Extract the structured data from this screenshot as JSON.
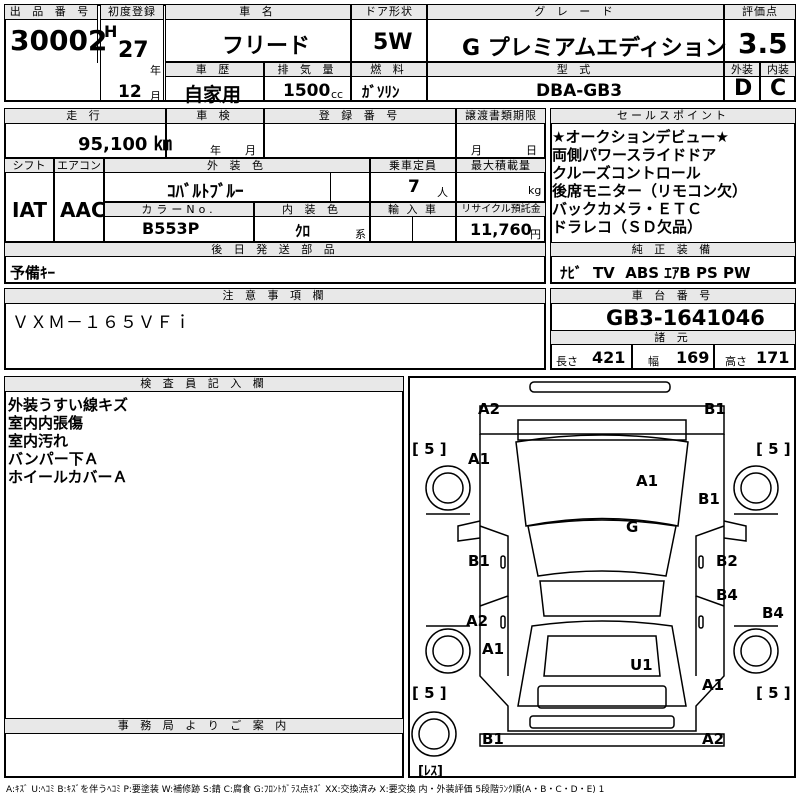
{
  "header": {
    "lot_no_label": "出 品 番 号",
    "lot_no": "30002",
    "first_reg_label": "初度登録",
    "era_mark": "H",
    "year": "27",
    "year_unit": "年",
    "month": "12",
    "month_unit": "月",
    "car_name_label": "車 名",
    "car_name": "フリード",
    "door_label": "ドア形状",
    "door": "5W",
    "grade_label": "グ レ ー ド",
    "grade": "G プレミアムエディション",
    "score_label": "評価点",
    "score": "3.5",
    "history_label": "車 歴",
    "history": "自家用",
    "displacement_label": "排 気 量",
    "displacement": "1500",
    "displacement_unit": "cc",
    "fuel_label": "燃 料",
    "fuel": "ｶﾞｿﾘﾝ",
    "model_label": "型 式",
    "model": "DBA-GB3",
    "ext_label": "外装",
    "ext": "D",
    "int_label": "内装",
    "int": "C"
  },
  "row2": {
    "mileage_label": "走 行",
    "mileage": "95,100 ㎞",
    "inspection_label": "車 検",
    "year_unit": "年",
    "month_unit": "月",
    "reg_label": "登 録 番 号",
    "transfer_label": "譲渡書類期限",
    "day_unit": "日"
  },
  "row3": {
    "shift_label": "シフト",
    "shift": "IAT",
    "ac_label": "エアコン",
    "ac": "AAC",
    "color_label": "外 装 色",
    "color": "ｺﾊﾞﾙﾄﾌﾞﾙｰ",
    "capacity_label": "乗車定員",
    "capacity": "7",
    "capacity_unit": "人",
    "load_label": "最大積載量",
    "load_unit": "kg",
    "color_no_label": "カラーNo.",
    "color_no": "B553P",
    "interior_color_label": "内 装 色",
    "interior_color": "ｸﾛ",
    "interior_suffix": "系",
    "import_label": "輸 入 車",
    "recycle_label": "リサイクル預託金",
    "recycle": "11,760",
    "recycle_unit": "円"
  },
  "later_parts": {
    "label": "後 日 発 送 部 品",
    "value": "予備ｷｰ"
  },
  "sales_points": {
    "label": "セールスポイント",
    "items": [
      "★オークションデビュー★",
      "両側パワースライドドア",
      "クルーズコントロール",
      "後席モニター（リモコン欠）",
      "バックカメラ・ＥＴＣ",
      "ドラレコ（ＳＤ欠品）"
    ]
  },
  "equipment": {
    "label": "純 正 装 備",
    "value": "ﾅﾋﾞ  TV  ABS ｴｱB PS PW"
  },
  "notes": {
    "label": "注 意 事 項 欄",
    "value": "ＶＸＭ－１６５ＶＦｉ"
  },
  "chassis": {
    "label": "車 台 番 号",
    "value": "GB3-1641046",
    "spec_label": "諸 元",
    "length_label": "長さ",
    "length": "421",
    "width_label": "幅",
    "width": "169",
    "height_label": "高さ",
    "height": "171"
  },
  "inspector": {
    "label": "検 査 員 記 入 欄",
    "items": [
      "外装うすい線キズ",
      "室内内張傷",
      "室内汚れ",
      "バンパー下Ａ",
      "ホイールカバーＡ"
    ]
  },
  "office": {
    "label": "事 務 局 よ り ご 案 内"
  },
  "diagram": {
    "tire_fl": "[ 5 ]",
    "tire_fr": "[ 5 ]",
    "tire_rl": "[ 5 ]",
    "tire_rr": "[ 5 ]",
    "spare": "[ﾚｽ]",
    "marks": {
      "a2_front_left": "A2",
      "b1_front_right": "B1",
      "a1_left_front": "A1",
      "a1_hood": "A1",
      "b1_right_front": "B1",
      "g_glass": "G",
      "b1_left_door": "B1",
      "b2_right_door": "B2",
      "b4_right_rear_door": "B4",
      "b4_right_side": "B4",
      "a2_left_rear": "A2",
      "a1_left_rear": "A1",
      "u1_roof": "U1",
      "a1_right_rear": "A1",
      "b1_rear_left": "B1",
      "a2_rear_right": "A2"
    }
  },
  "legend": "A:ｷｽﾞ U:ﾍｺﾐ B:ｷｽﾞを伴うﾍｺﾐ P:要塗装 W:補修跡 S:錆 C:腐食 G:ﾌﾛﾝﾄｶﾞﾗｽ点ｷｽﾞ XX:交換済み X:要交換  内・外装評価 5段階ﾗﾝｸ順(A・B・C・D・E) 1"
}
